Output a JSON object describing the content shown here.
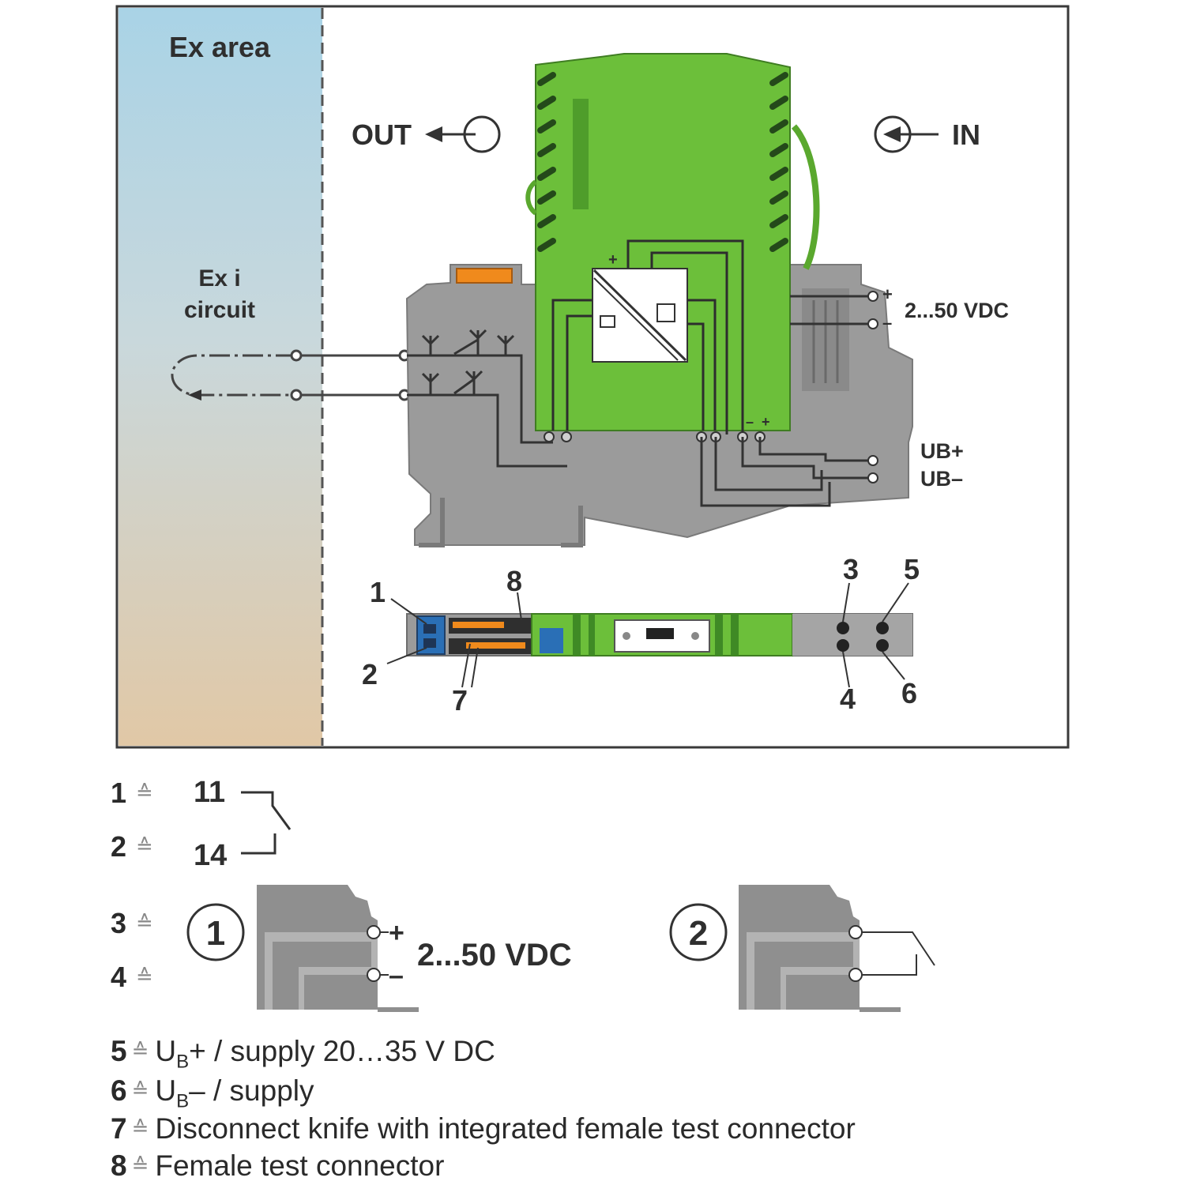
{
  "ex_area": {
    "title": "Ex area",
    "circuit_line1": "Ex i",
    "circuit_line2": "circuit"
  },
  "signals": {
    "out_label": "OUT",
    "in_label": "IN"
  },
  "device": {
    "input_voltage": "2...50 VDC",
    "ub_plus": "UB+",
    "ub_minus": "UB–",
    "plus": "+",
    "minus": "–"
  },
  "callouts": [
    "1",
    "2",
    "3",
    "4",
    "5",
    "6",
    "7",
    "8"
  ],
  "contact": {
    "pin_a": "1",
    "pin_b": "2",
    "terminal_a": "11",
    "terminal_b": "14",
    "symbol": "≙"
  },
  "options": {
    "pin_c": "3",
    "pin_d": "4",
    "variant_1": "1",
    "variant_2": "2",
    "plus": "+",
    "minus": "–",
    "voltage": "2...50 VDC"
  },
  "legend": [
    {
      "num": "5",
      "symbol": "≙",
      "text": "U",
      "sub": "B",
      "rest": "+ / supply 20…35 V DC"
    },
    {
      "num": "6",
      "symbol": "≙",
      "text": "U",
      "sub": "B",
      "rest": "– / supply"
    },
    {
      "num": "7",
      "symbol": "≙",
      "text": "Disconnect knife with integrated female test connector",
      "sub": "",
      "rest": ""
    },
    {
      "num": "8",
      "symbol": "≙",
      "text": "Female test connector",
      "sub": "",
      "rest": ""
    }
  ],
  "colors": {
    "green": "#6cbf3a",
    "dark_green": "#2f6b1f",
    "grey": "#9b9b9b",
    "dark_grey": "#6f6f6f",
    "orange": "#f08a1c",
    "blue": "#2a6fb6"
  }
}
